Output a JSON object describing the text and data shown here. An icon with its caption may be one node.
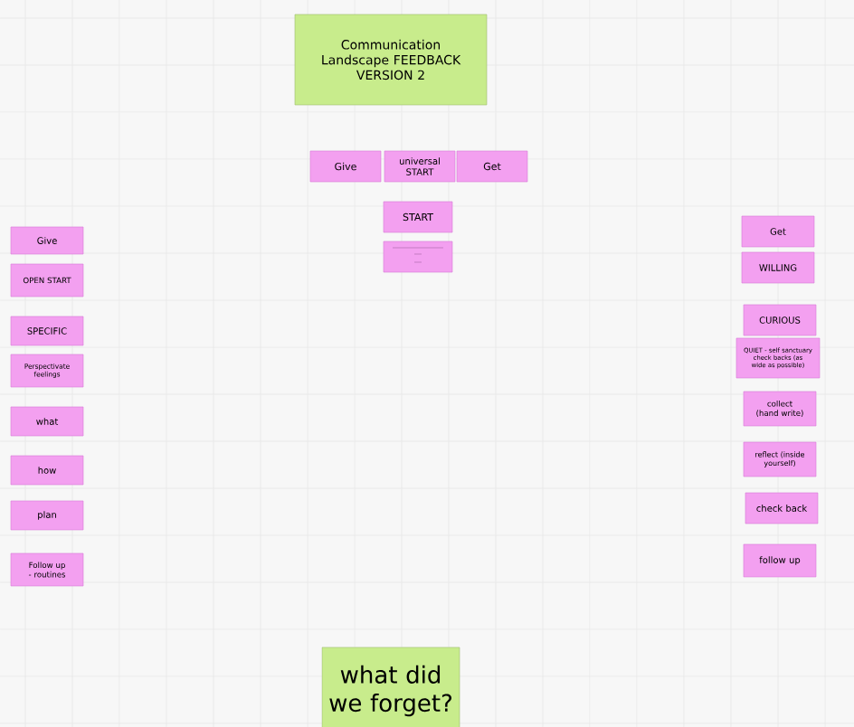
{
  "diagram": {
    "nodes": [
      {
        "text": [
          "Communication Landscape FEEDBACK VERSION 2"
        ]
      },
      {
        "text": [
          "Give"
        ]
      },
      {
        "text": [
          "universal START"
        ]
      },
      {
        "text": [
          "Get"
        ]
      },
      {
        "text": [
          "START"
        ]
      },
      {
        "text": [],
        "shape": "box"
      },
      {
        "text": [
          "Give"
        ]
      },
      {
        "text": [
          "OPEN START"
        ]
      },
      {
        "text": [
          "SPECIFIC"
        ]
      },
      {
        "text": [
          "Perspectivate feelings"
        ]
      },
      {
        "text": [
          "what"
        ]
      },
      {
        "text": [
          "how"
        ]
      },
      {
        "text": [
          "plan"
        ]
      },
      {
        "text": [
          "Follow up - routines"
        ]
      },
      {
        "text": [
          "Get"
        ]
      },
      {
        "text": [
          "WILLING"
        ]
      },
      {
        "text": [
          "CURIOUS"
        ]
      },
      {
        "text": [
          "QUIET - self sanctuary check backs (as wide as possible)"
        ]
      },
      {
        "text": [
          "collect (hand write)"
        ]
      },
      {
        "text": [
          "reflect (inside yourself)"
        ]
      },
      {
        "text": [
          "check back"
        ]
      },
      {
        "text": [
          "follow up"
        ]
      },
      {
        "text": [
          "what did we forget?"
        ]
      }
    ]
  }
}
